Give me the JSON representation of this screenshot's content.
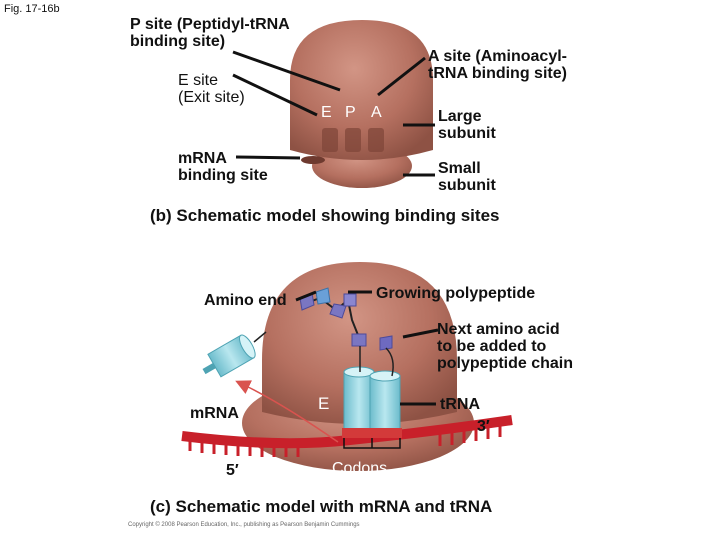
{
  "figure_label": "Fig. 17-16b",
  "panel_b": {
    "p_site": [
      "P site (Peptidyl-tRNA",
      "binding site)"
    ],
    "e_site": [
      "E site",
      "(Exit site)"
    ],
    "a_site": [
      "A site (Aminoacyl-",
      "tRNA binding site)"
    ],
    "site_letters": [
      "E",
      "P",
      "A"
    ],
    "large_subunit": [
      "Large",
      "subunit"
    ],
    "small_subunit": [
      "Small",
      "subunit"
    ],
    "mrna_site": [
      "mRNA",
      "binding site"
    ],
    "caption": "(b) Schematic model showing binding sites"
  },
  "panel_c": {
    "growing_polypeptide": "Growing polypeptide",
    "amino_end": "Amino end",
    "next_amino_acid": [
      "Next amino acid",
      "to be added to",
      "polypeptide chain"
    ],
    "e_letter": "E",
    "trna": "tRNA",
    "mrna": "mRNA",
    "three_prime": "3′",
    "five_prime": "5′",
    "codons": "Codons",
    "caption": "(c) Schematic model with mRNA and tRNA"
  },
  "copyright": "Copyright © 2008 Pearson Education, Inc., publishing as Pearson Benjamin Cummings",
  "colors": {
    "ribosome": "#b97565",
    "ribosome_dark": "#8a4e42",
    "trna": "#8fd0dc",
    "mrna": "#c8202a",
    "polypeptide": "#7a76c2",
    "arrow": "#d9534f"
  }
}
